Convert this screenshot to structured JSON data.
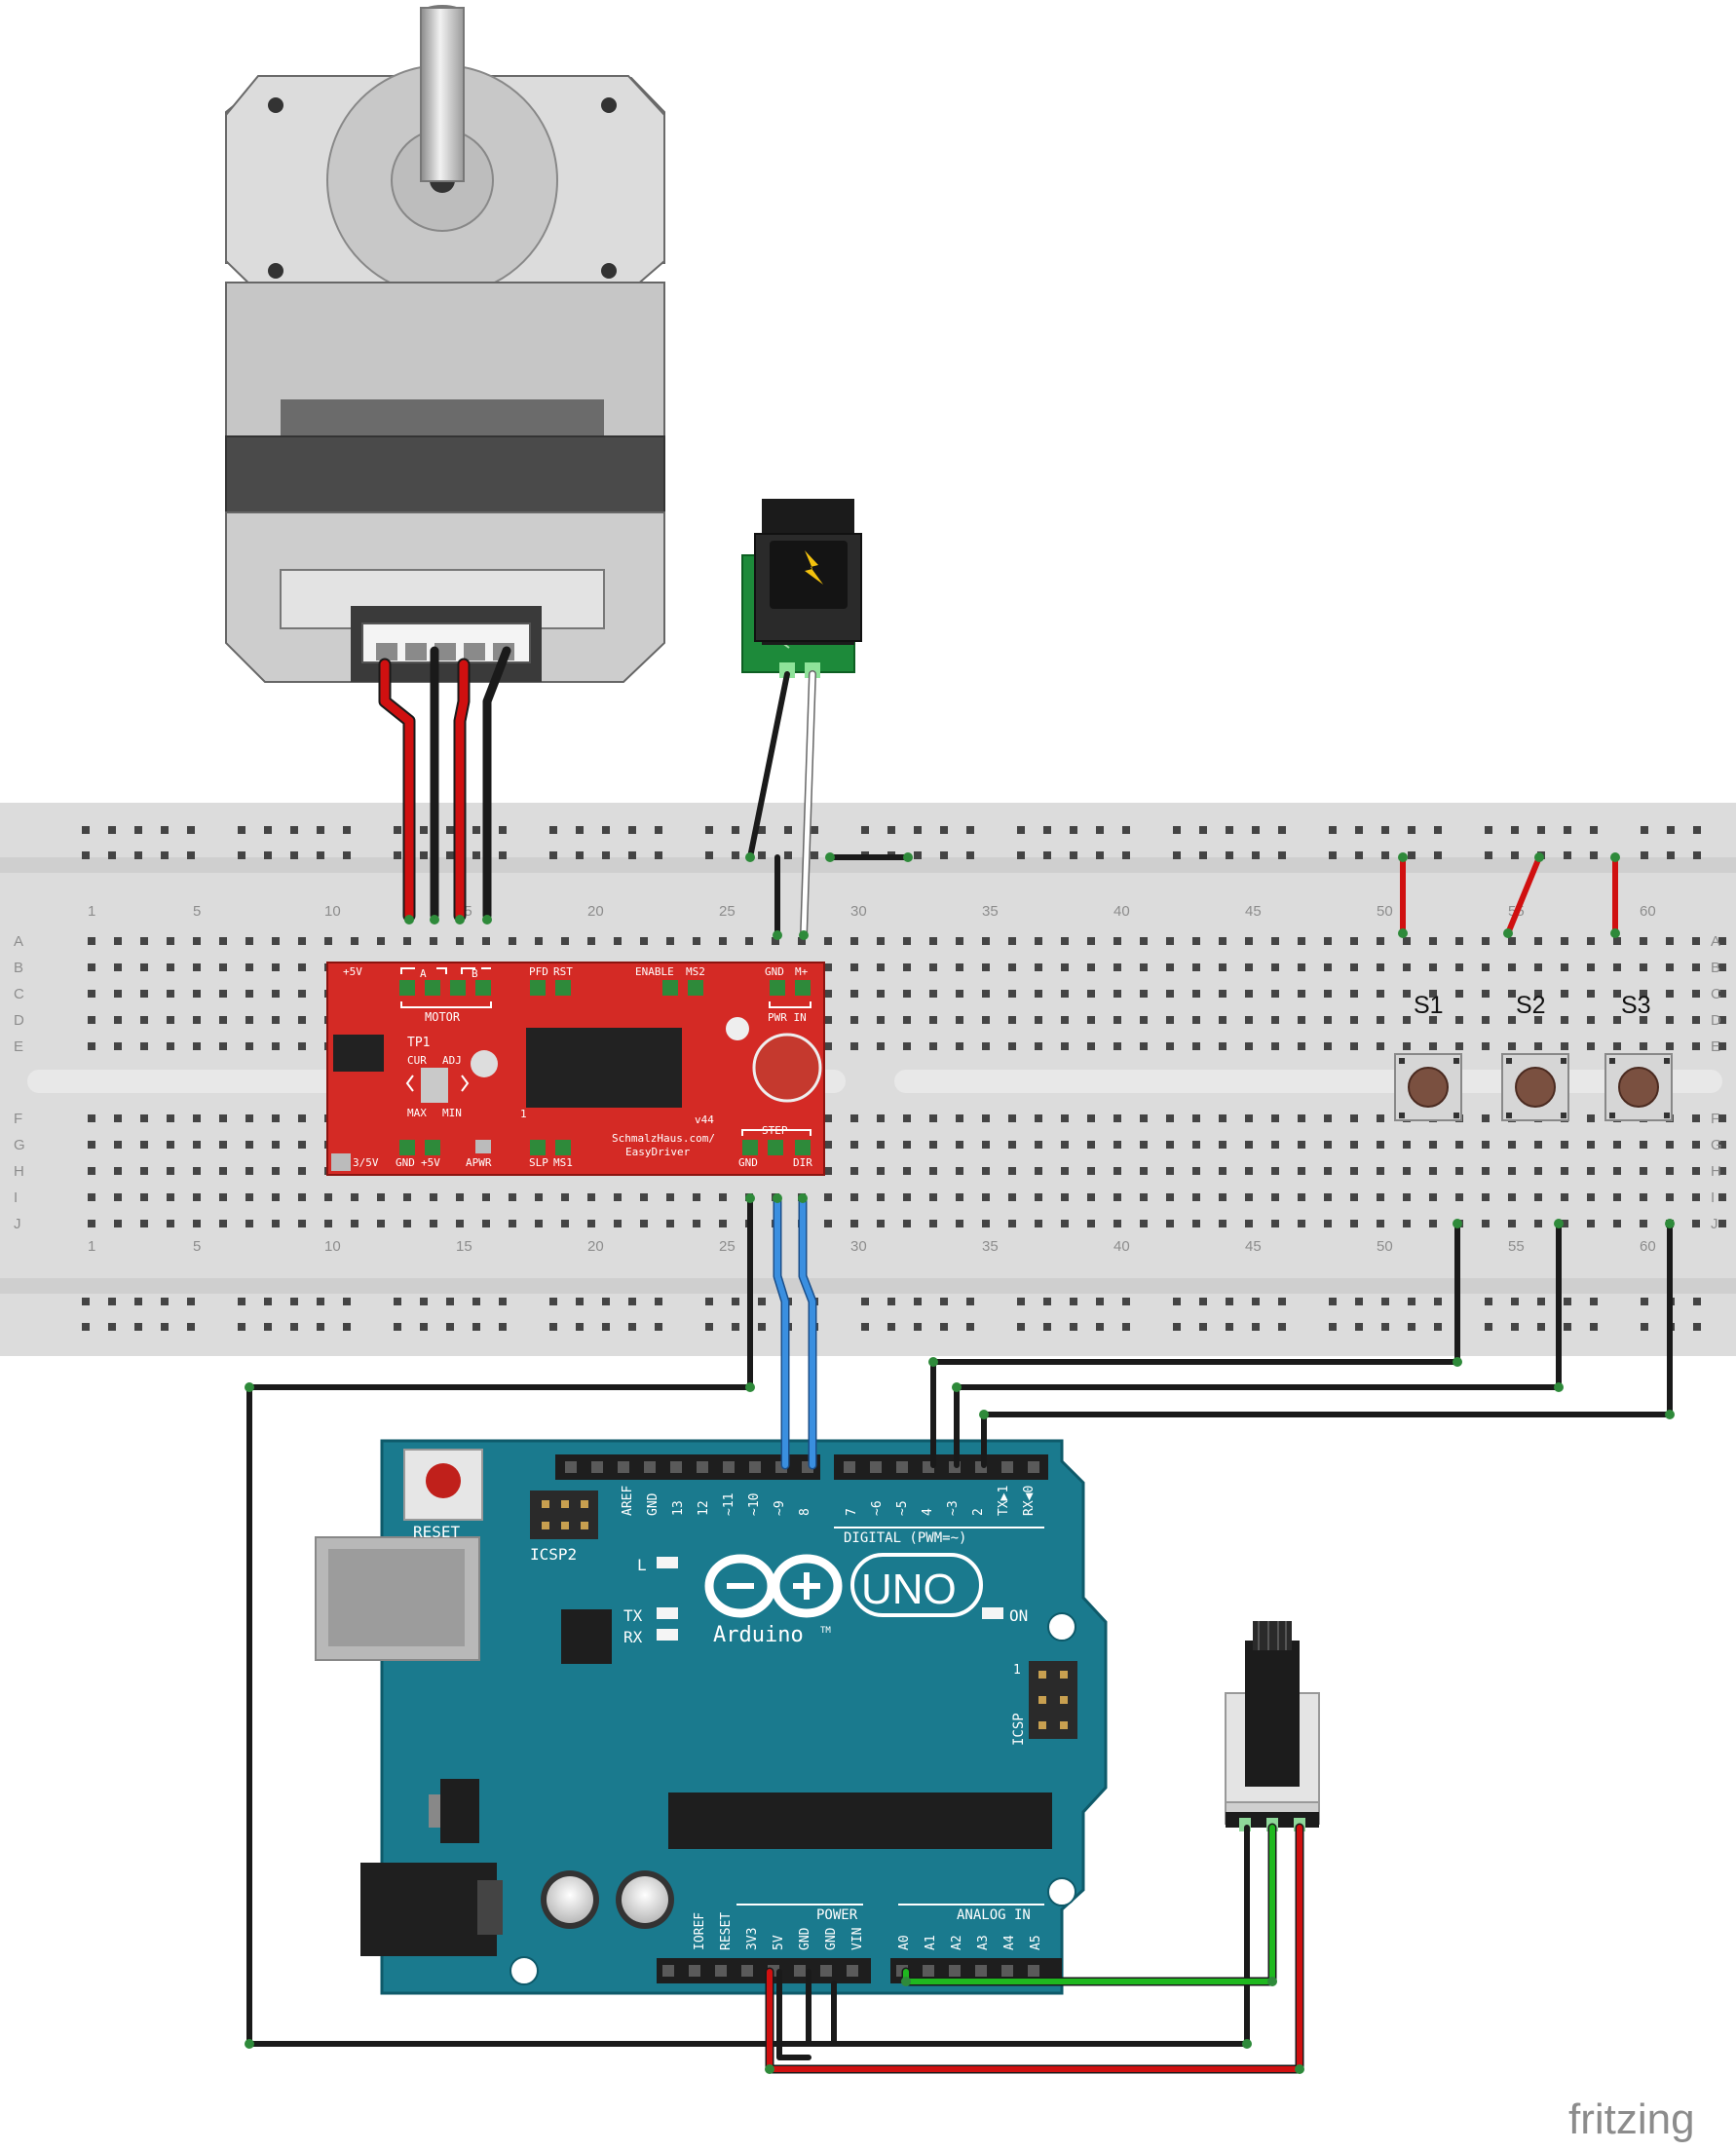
{
  "breadboard": {
    "column_numbers": [
      "1",
      "5",
      "10",
      "15",
      "20",
      "25",
      "30",
      "35",
      "40",
      "45",
      "50",
      "55",
      "60"
    ],
    "row_letters_top": [
      "A",
      "B",
      "C",
      "D",
      "E"
    ],
    "row_letters_bottom": [
      "F",
      "G",
      "H",
      "I",
      "J"
    ]
  },
  "easydriver": {
    "pin_5v": "+5V",
    "pin_a": "A",
    "pin_b": "B",
    "motor": "MOTOR",
    "pfd": "PFD",
    "rst": "RST",
    "enable": "ENABLE",
    "ms2": "MS2",
    "gnd_top": "GND",
    "m_plus": "M+",
    "pwr_in": "PWR IN",
    "tp1": "TP1",
    "cur": "CUR",
    "adj": "ADJ",
    "max": "MAX",
    "min": "MIN",
    "one": "1",
    "version": "v44",
    "url": "SchmalzHaus.com/",
    "name": "EasyDriver",
    "step": "STEP",
    "v3_5v": "3/5V",
    "gnd_bottom": "GND",
    "plus5v_bottom": "+5V",
    "apwr": "APWR",
    "slp": "SLP",
    "ms1": "MS1",
    "gnd_step": "GND",
    "dir": "DIR"
  },
  "switches": [
    "S1",
    "S2",
    "S3"
  ],
  "arduino": {
    "reset": "RESET",
    "icsp2": "ICSP2",
    "icsp": "ICSP",
    "icsp_one": "1",
    "digital_header": [
      "AREF",
      "GND",
      "13",
      "12",
      "~11",
      "~10",
      "~9",
      "8"
    ],
    "digital_header2": [
      "7",
      "~6",
      "~5",
      "4",
      "~3",
      "2",
      "TX▶1",
      "RX◀0"
    ],
    "digital_label": "DIGITAL (PWM=~)",
    "l": "L",
    "tx": "TX",
    "rx": "RX",
    "uno": "UNO",
    "brand": "Arduino",
    "tm": "TM",
    "on": "ON",
    "power_label": "POWER",
    "analog_label": "ANALOG IN",
    "power_pins": [
      "IOREF",
      "RESET",
      "3V3",
      "5V",
      "GND",
      "GND",
      "VIN"
    ],
    "analog_pins": [
      "A0",
      "A1",
      "A2",
      "A3",
      "A4",
      "A5"
    ]
  },
  "watermark": "fritzing",
  "colors": {
    "arduino_teal": "#1a7a8e",
    "driver_red": "#d42a25",
    "wire_red": "#d01010",
    "wire_black": "#1a1a1a",
    "wire_blue": "#2e7fd0",
    "wire_green": "#1fb81f",
    "pcb_green": "#2a8a3a"
  }
}
